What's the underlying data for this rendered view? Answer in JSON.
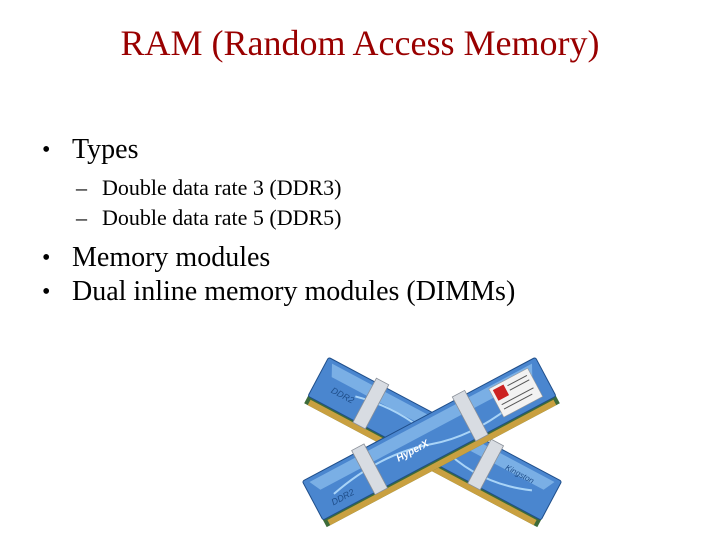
{
  "slide": {
    "title": "RAM (Random Access Memory)",
    "bullets": [
      {
        "text": "Types",
        "sub": [
          "Double data rate 3 (DDR3)",
          "Double data rate 5 (DDR5)"
        ]
      },
      {
        "text": "Memory modules"
      },
      {
        "text": "Dual inline memory modules (DIMMs)"
      }
    ],
    "bullet_glyph": "•",
    "dash_glyph": "–"
  },
  "image": {
    "module_labels": [
      "DDR2",
      "Kingston",
      "HyperX",
      "DDR2"
    ],
    "colors": {
      "module_blue": "#4a86cf",
      "module_light": "#8fc0ee",
      "module_dark": "#1f4e8a",
      "clip_silver": "#d8dce2",
      "pcb_green": "#3d6b3a",
      "gold": "#c9a040",
      "sticker": "#f2f2f2",
      "sticker_red": "#cc2222"
    }
  }
}
